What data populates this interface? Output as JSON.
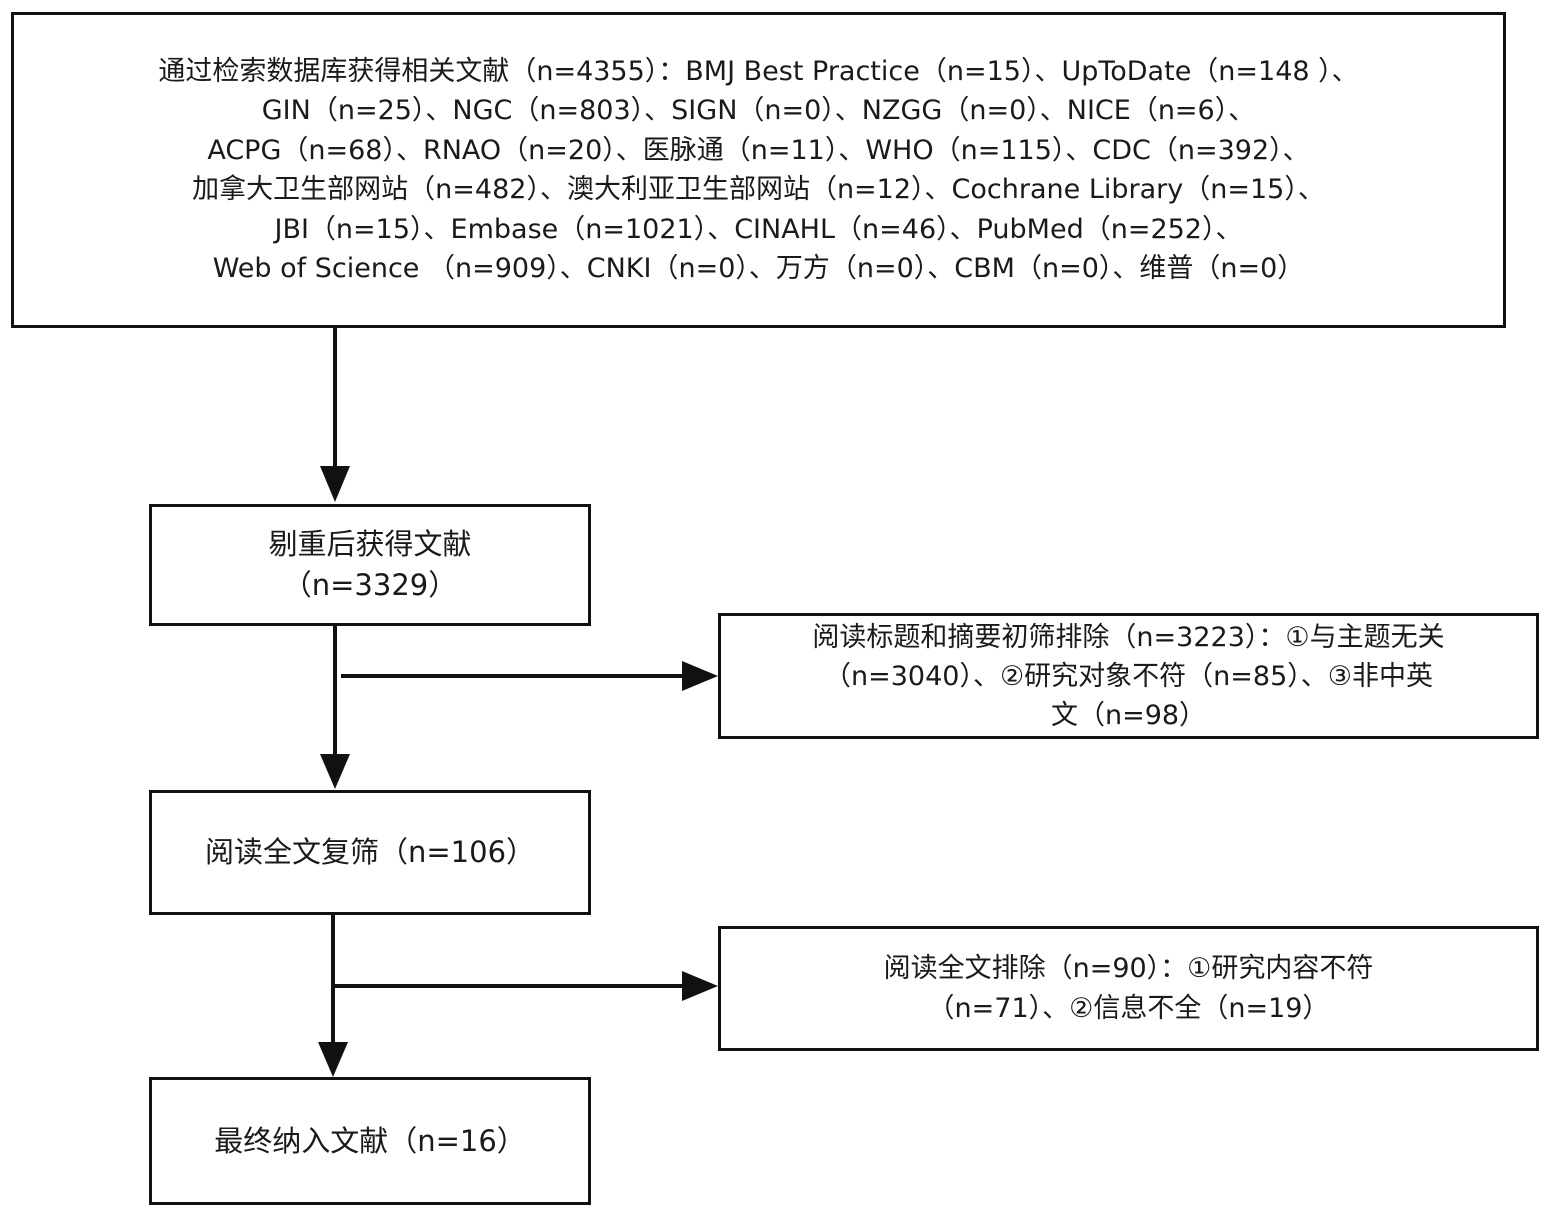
{
  "flow": {
    "search": {
      "lines": [
        "通过检索数据库获得相关文献（n=4355）：BMJ Best Practice（n=15）、UpToDate（n=148 ）、",
        "GIN（n=25）、NGC（n=803）、SIGN（n=0）、NZGG（n=0）、NICE（n=6）、",
        "ACPG（n=68）、RNAO（n=20）、医脉通（n=11）、WHO（n=115）、CDC（n=392）、",
        "加拿大卫生部网站（n=482）、澳大利亚卫生部网站（n=12）、Cochrane Library（n=15）、",
        "JBI（n=15）、Embase（n=1021）、CINAHL（n=46）、PubMed（n=252）、",
        "Web of Science （n=909）、CNKI（n=0）、万方（n=0）、CBM（n=0）、维普（n=0）"
      ]
    },
    "dedup": {
      "lines": [
        "剔重后获得文献",
        "（n=3329）"
      ]
    },
    "exclusion1": {
      "lines": [
        "阅读标题和摘要初筛排除（n=3223）：①与主题无关",
        "（n=3040）、②研究对象不符（n=85）、③非中英",
        "文（n=98）"
      ]
    },
    "fulltext": {
      "lines": [
        "阅读全文复筛（n=106）"
      ]
    },
    "exclusion2": {
      "lines": [
        "阅读全文排除（n=90）：①研究内容不符",
        "（n=71）、②信息不全（n=19）"
      ]
    },
    "final": {
      "lines": [
        "最终纳入文献（n=16）"
      ]
    }
  }
}
